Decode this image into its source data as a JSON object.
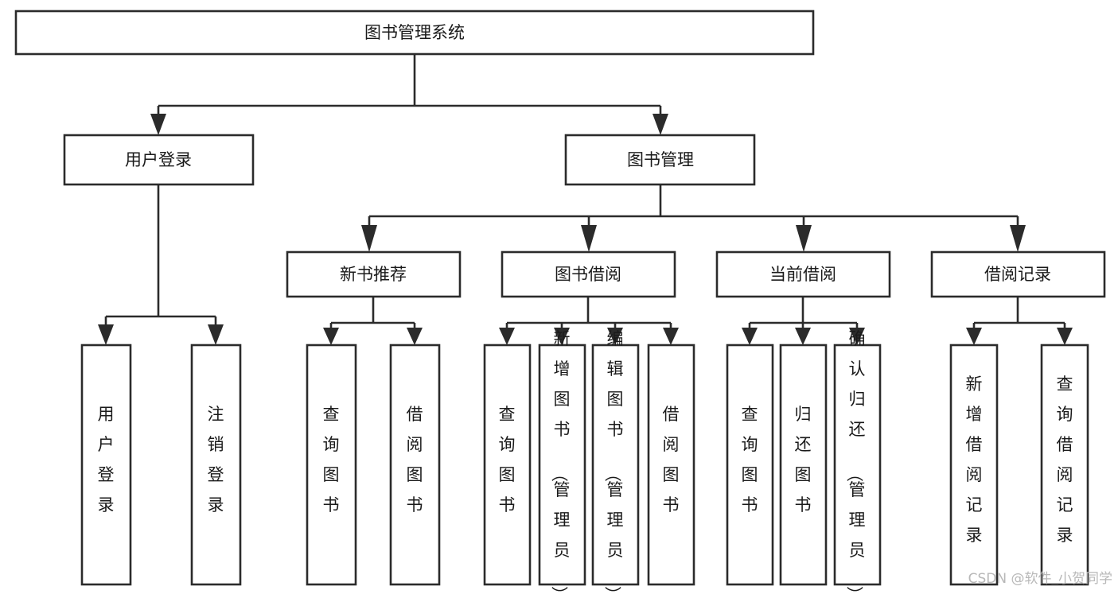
{
  "diagram": {
    "title": "图书管理系统",
    "type": "tree-hierarchy-diagram",
    "watermark": "CSDN @软件_小贺同学",
    "colors": {
      "box_stroke": "#2b2b2b",
      "box_fill": "#ffffff",
      "text": "#1a1a1a",
      "connector": "#2b2b2b",
      "background": "#ffffff",
      "watermark": "#b8b8b8"
    },
    "root": {
      "id": "root",
      "label": "图书管理系统"
    },
    "level2": [
      {
        "id": "user-login",
        "label": "用户登录"
      },
      {
        "id": "book-management",
        "label": "图书管理"
      }
    ],
    "level3": [
      {
        "id": "new-book-recommend",
        "label": "新书推荐",
        "parent": "book-management"
      },
      {
        "id": "book-borrow",
        "label": "图书借阅",
        "parent": "book-management"
      },
      {
        "id": "current-borrow",
        "label": "当前借阅",
        "parent": "book-management"
      },
      {
        "id": "borrow-record",
        "label": "借阅记录",
        "parent": "book-management"
      }
    ],
    "leaves": [
      {
        "id": "leaf-user-login",
        "label": "用户登录",
        "parent": "user-login"
      },
      {
        "id": "leaf-logout-login",
        "label": "注销登录",
        "parent": "user-login"
      },
      {
        "id": "leaf-query-book-1",
        "label": "查询图书",
        "parent": "new-book-recommend"
      },
      {
        "id": "leaf-borrow-book-1",
        "label": "借阅图书",
        "parent": "new-book-recommend"
      },
      {
        "id": "leaf-query-book-2",
        "label": "查询图书",
        "parent": "book-borrow"
      },
      {
        "id": "leaf-add-book-admin",
        "label": "新增图书（管理员）",
        "parent": "book-borrow"
      },
      {
        "id": "leaf-edit-book-admin",
        "label": "编辑图书（管理员）",
        "parent": "book-borrow"
      },
      {
        "id": "leaf-borrow-book-2",
        "label": "借阅图书",
        "parent": "book-borrow"
      },
      {
        "id": "leaf-query-book-3",
        "label": "查询图书",
        "parent": "current-borrow"
      },
      {
        "id": "leaf-return-book",
        "label": "归还图书",
        "parent": "current-borrow"
      },
      {
        "id": "leaf-confirm-return-admin",
        "label": "确认归还（管理员）",
        "parent": "current-borrow"
      },
      {
        "id": "leaf-add-borrow-record",
        "label": "新增借阅记录",
        "parent": "borrow-record"
      },
      {
        "id": "leaf-query-borrow-record",
        "label": "查询借阅记录",
        "parent": "borrow-record"
      }
    ]
  }
}
